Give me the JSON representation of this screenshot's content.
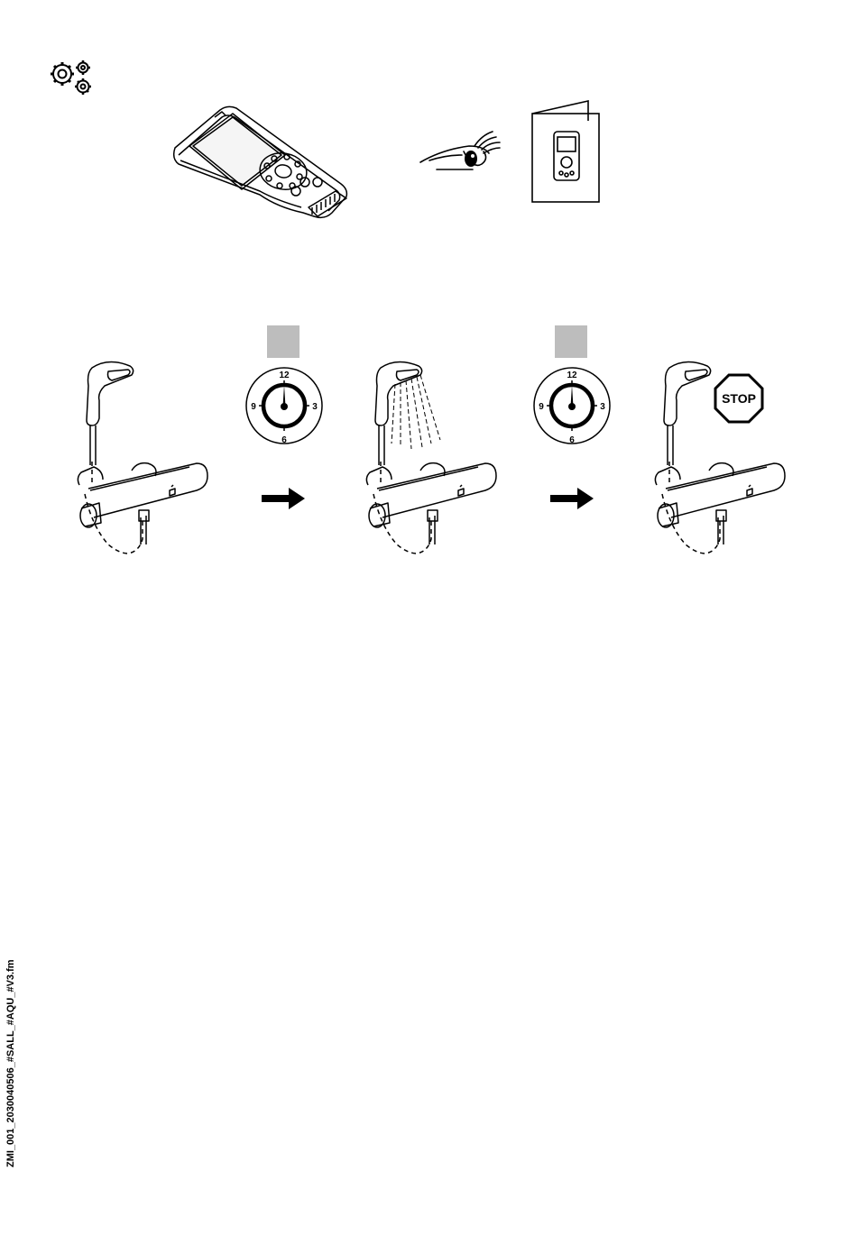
{
  "icons": {
    "settings": "gears-icon",
    "remote": "remote-control-icon",
    "eye": "eye-icon",
    "manual": "manual-booklet-icon",
    "shower": "shower-faucet-icon",
    "timer": "clock-icon",
    "arrow": "arrow-right-icon",
    "stop": "stop-sign-icon"
  },
  "clocks": [
    {
      "n12": "12",
      "n3": "3",
      "n6": "6",
      "n9": "9"
    },
    {
      "n12": "12",
      "n3": "3",
      "n6": "6",
      "n9": "9"
    }
  ],
  "stop_label": "STOP",
  "placeholder_box_color": "#bdbdbd",
  "footer_code": "ZMI_001_2030040506_#SALL_#AQU_#V3.fm"
}
